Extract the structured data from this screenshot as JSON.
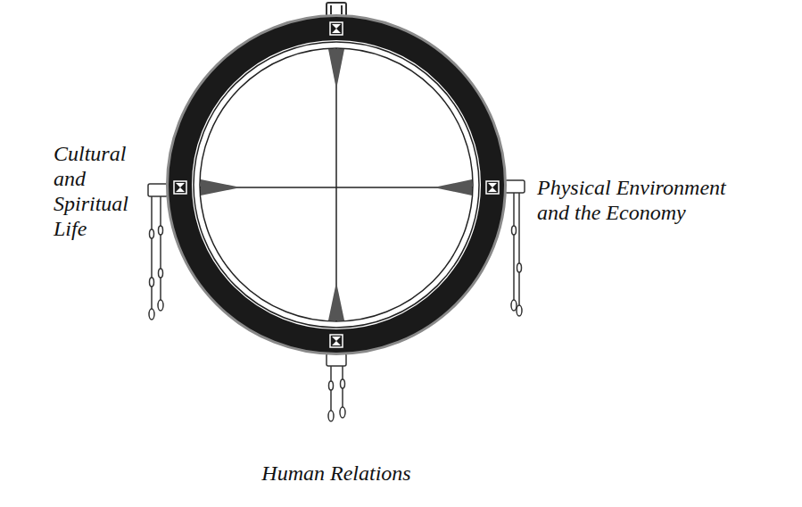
{
  "diagram": {
    "labels": [
      "Cultural and Spiritual Life",
      "Physical Environment and the Economy",
      "Human Relations"
    ]
  }
}
